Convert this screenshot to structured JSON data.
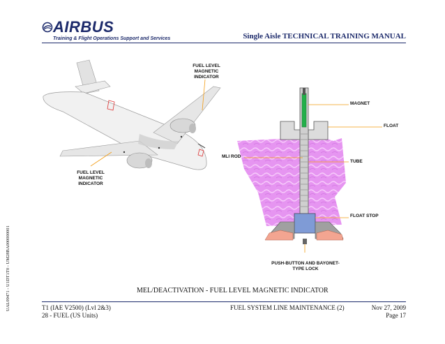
{
  "header": {
    "logo_word": "AIRBUS",
    "logo_subtitle": "Training & Flight Operations Support and Services",
    "manual_title": "Single Aisle TECHNICAL TRAINING MANUAL"
  },
  "figure": {
    "callouts": {
      "upper_indicator": "FUEL LEVEL MAGNETIC INDICATOR",
      "lower_indicator": "FUEL LEVEL MAGNETIC INDICATOR",
      "mli_rod": "MLI ROD",
      "magnet": "MAGNET",
      "float": "FLOAT",
      "tube": "TUBE",
      "float_stop": "FLOAT STOP",
      "push_button": "PUSH-BUTTON AND BAYONET-TYPE LOCK"
    },
    "caption": "MEL/DEACTIVATION - FUEL LEVEL MAGNETIC INDICATOR"
  },
  "side_code": "UAL09471 - U1DT1T0 - UM28BA000000001",
  "footer": {
    "left_line1": "T1 (IAE V2500) (Lvl 2&3)",
    "left_line2": "28 - FUEL (US Units)",
    "center": "FUEL SYSTEM LINE MAINTENANCE (2)",
    "right_line1": "Nov 27, 2009",
    "right_line2": "Page 17"
  },
  "colors": {
    "brand": "#1c2a6b",
    "fuel": "#e58ff0",
    "float_grey": "#dcdcdc",
    "rod_green": "#22b04a",
    "stop_blue": "#7f9bd6",
    "callout_line": "#f39c12",
    "lock_salmon": "#f3a591"
  }
}
